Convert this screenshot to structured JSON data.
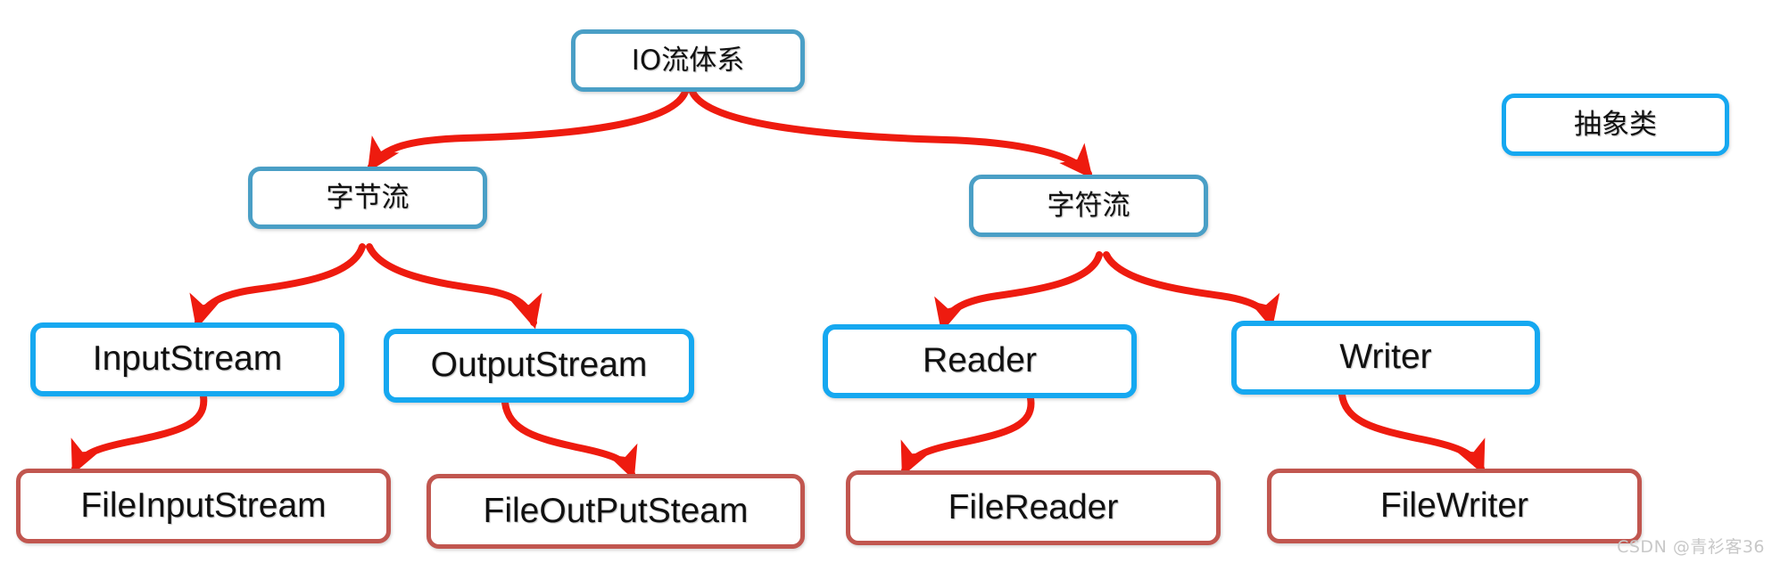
{
  "diagram": {
    "title": "IO流体系",
    "colors": {
      "arrow": "#ee1b0f",
      "level_root_border": "#4a9fc6",
      "level_two_border": "#4a9fc6",
      "level_three_border": "#16a8f0",
      "level_four_border": "#c1564f",
      "node_fill": "#ffffff",
      "background": "#ffffff",
      "watermark": "#c8c8c8"
    },
    "nodes": {
      "root": {
        "label": "IO流体系"
      },
      "byte_stream": {
        "label": "字节流"
      },
      "char_stream": {
        "label": "字符流"
      },
      "input_stream": {
        "label": "InputStream"
      },
      "output_stream": {
        "label": "OutputStream"
      },
      "reader": {
        "label": "Reader"
      },
      "writer": {
        "label": "Writer"
      },
      "file_input_stream": {
        "label": "FileInputStream"
      },
      "file_output_stream": {
        "label": "FileOutPutSteam"
      },
      "file_reader": {
        "label": "FileReader"
      },
      "file_writer": {
        "label": "FileWriter"
      }
    },
    "legend": {
      "label": "抽象类"
    },
    "edges": [
      {
        "from": "root",
        "to": "byte_stream"
      },
      {
        "from": "root",
        "to": "char_stream"
      },
      {
        "from": "byte_stream",
        "to": "input_stream"
      },
      {
        "from": "byte_stream",
        "to": "output_stream"
      },
      {
        "from": "char_stream",
        "to": "reader"
      },
      {
        "from": "char_stream",
        "to": "writer"
      },
      {
        "from": "input_stream",
        "to": "file_input_stream"
      },
      {
        "from": "output_stream",
        "to": "file_output_stream"
      },
      {
        "from": "reader",
        "to": "file_reader"
      },
      {
        "from": "writer",
        "to": "file_writer"
      }
    ]
  },
  "watermark": {
    "text": "CSDN @青衫客36"
  }
}
